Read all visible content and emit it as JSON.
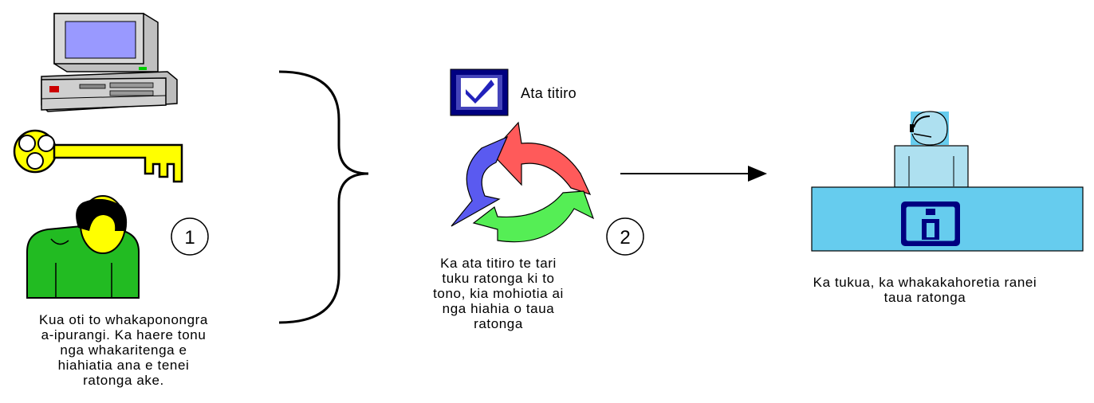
{
  "step1": {
    "number": "1",
    "caption": "Kua oti to whakaponongra\na-ipurangi. Ka haere tonu\nnga whakaritenga e\nhiahiatia ana e tenei\nratonga ake."
  },
  "step2": {
    "number": "2",
    "check_label": "Ata titiro",
    "caption": "Ka ata titiro te tari\ntuku ratonga ki to\ntono, kia mohiotia ai\nnga hiahia o taua\nratonga"
  },
  "step3": {
    "caption": "Ka tukua, ka whakakahoretia ranei\ntaua ratonga"
  },
  "colors": {
    "cycle_red": "#ff5a5a",
    "cycle_green": "#55ee55",
    "cycle_blue": "#5a5af0",
    "desk_blue": "#66ccee",
    "key_yellow": "#ffff00",
    "person_green": "#22bb22",
    "person_face": "#ffff00",
    "checkbox_navy": "#000080"
  },
  "icons": [
    "computer-icon",
    "key-icon",
    "person-icon",
    "checkbox-icon",
    "cycle-arrows-icon",
    "desk-operator-icon"
  ]
}
